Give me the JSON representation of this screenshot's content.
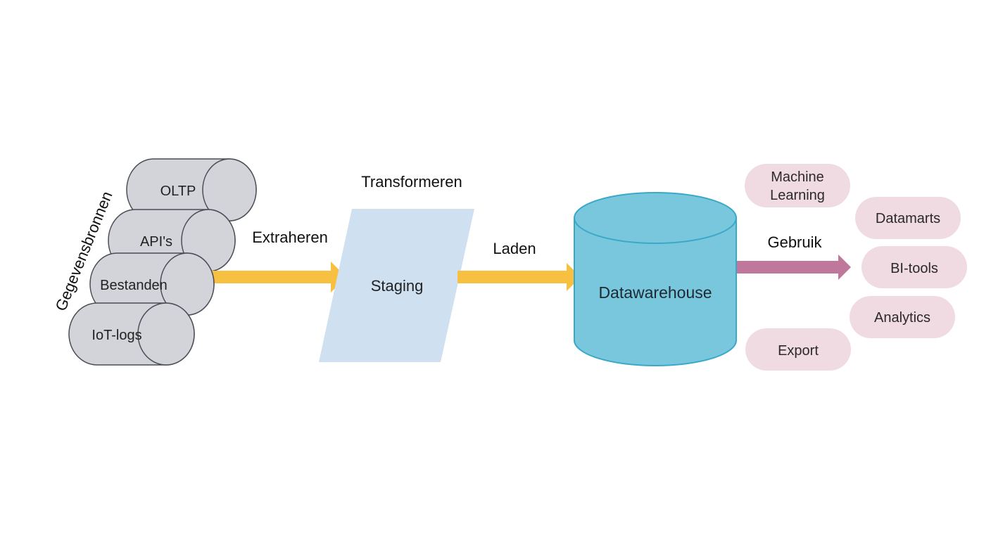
{
  "colors": {
    "source_fill": "#d3d4d9",
    "source_stroke": "#4a4d55",
    "staging_fill": "#cfe0f1",
    "warehouse_fill": "#79c7dd",
    "warehouse_stroke": "#3aa9c8",
    "etl_arrow": "#f8c040",
    "use_arrow": "#c0779c",
    "use_pill": "#f1dbe3"
  },
  "sources": {
    "group_label": "Gegevensbronnen",
    "items": [
      {
        "label": "OLTP"
      },
      {
        "label": "API's"
      },
      {
        "label": "Bestanden"
      },
      {
        "label": "IoT-logs"
      }
    ]
  },
  "steps": {
    "extract": "Extraheren",
    "transform": "Transformeren",
    "load": "Laden",
    "use": "Gebruik"
  },
  "staging": {
    "label": "Staging"
  },
  "warehouse": {
    "label": "Datawarehouse"
  },
  "consumers": [
    {
      "line1": "Machine",
      "line2": "Learning"
    },
    {
      "line1": "Datamarts",
      "line2": ""
    },
    {
      "line1": "BI-tools",
      "line2": ""
    },
    {
      "line1": "Analytics",
      "line2": ""
    },
    {
      "line1": "Export",
      "line2": ""
    }
  ]
}
